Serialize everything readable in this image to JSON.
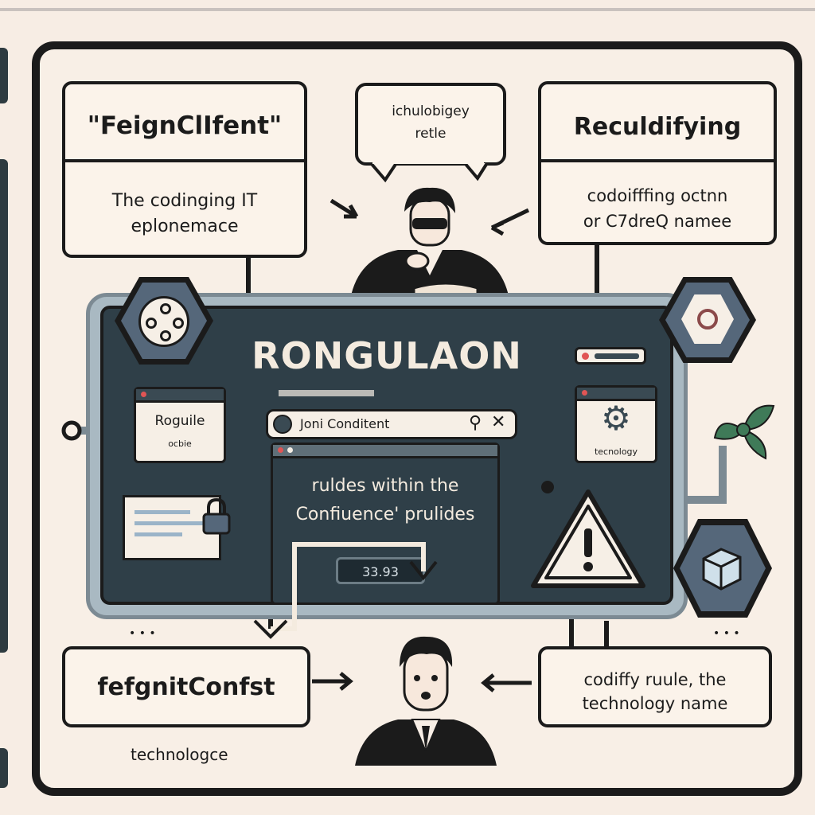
{
  "boxes": {
    "top_left_title": "\"FeignClIfent\"",
    "top_left_line1": "The codinging IT",
    "top_left_line2": "eplonemace",
    "bubble_line1": "ichulobigey",
    "bubble_line2": "retle",
    "top_right_title": "Reculdifying",
    "top_right_line1": "codoifffing octnn",
    "top_right_line2": "or C7dreQ  nameе",
    "bottom_left_title": "fefgnitConfst",
    "bottom_left_caption": "technologce",
    "bottom_right_line1": "codiffy ruule, the",
    "bottom_right_line2": "technology name"
  },
  "screen": {
    "title": "RONGULAON",
    "search_value": "Joni Conditent",
    "search_icon": "search-icon",
    "close_icon": "close-icon",
    "center_line1": "ruldes within the",
    "center_line2": "Confiuence' prulides",
    "button_label": "33.93",
    "left_win_title": "Roguile",
    "left_win_caption": "ocbie",
    "right_win_caption": "tecnology",
    "gear_icon": "gear-icon",
    "lock_icon": "lock-icon",
    "warning_icon": "warning-icon"
  },
  "colors": {
    "screen": "#2f3f48",
    "panel": "#f6efe6",
    "accent_hex": "#55677a",
    "leaf": "#3f7a58",
    "danger_dot": "#e05555"
  }
}
